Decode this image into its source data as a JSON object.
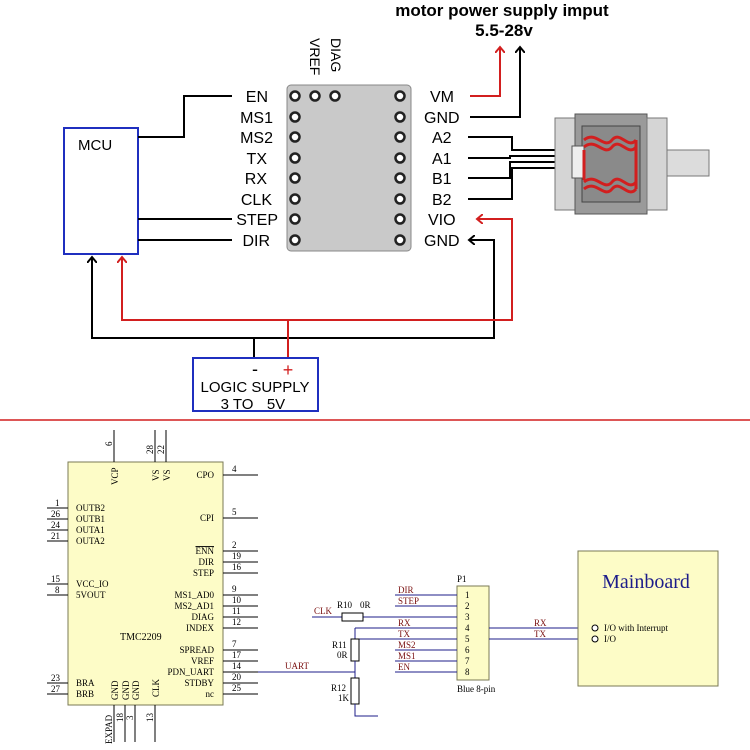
{
  "colors": {
    "red": "#d21f1f",
    "blue": "#1f2fbf",
    "chip": "#c9c9c9",
    "pale_yellow": "#fdfcc7",
    "dark_red_wire": "#7a1010",
    "wire_blue": "#1c1c8a"
  },
  "top": {
    "supply_title": "motor power supply imput",
    "supply_voltage": "5.5-28v",
    "top_pins": [
      "DIAG",
      "VREF"
    ],
    "mcu_label": "MCU",
    "left_pins": [
      "EN",
      "MS1",
      "MS2",
      "TX",
      "RX",
      "CLK",
      "STEP",
      "DIR"
    ],
    "right_pins": [
      "VM",
      "GND",
      "A2",
      "A1",
      "B1",
      "B2",
      "VIO",
      "GND"
    ],
    "logic_line1": "LOGIC SUPPLY",
    "logic_line2": "3 TO",
    "logic_line3": "5V",
    "minus": "-",
    "plus": "+"
  },
  "bottom": {
    "chip_name": "TMC2209",
    "left_pins": [
      {
        "num": "1",
        "name": "OUTB2"
      },
      {
        "num": "26",
        "name": "OUTB1"
      },
      {
        "num": "24",
        "name": "OUTA1"
      },
      {
        "num": "21",
        "name": "OUTA2"
      },
      {
        "num": "15",
        "name": "VCC_IO"
      },
      {
        "num": "8",
        "name": "5VOUT"
      },
      {
        "num": "23",
        "name": "BRA"
      },
      {
        "num": "27",
        "name": "BRB"
      }
    ],
    "top_pins": [
      {
        "num": "6",
        "name": "VCP"
      },
      {
        "num": "28",
        "name": "VS"
      },
      {
        "num": "22",
        "name": "VS"
      }
    ],
    "right_pins": [
      {
        "num": "4",
        "name": "CPO"
      },
      {
        "num": "5",
        "name": "CPI"
      },
      {
        "num": "2",
        "name": "ENN"
      },
      {
        "num": "19",
        "name": "DIR"
      },
      {
        "num": "16",
        "name": "STEP"
      },
      {
        "num": "9",
        "name": "MS1_AD0"
      },
      {
        "num": "10",
        "name": "MS2_AD1"
      },
      {
        "num": "11",
        "name": "DIAG"
      },
      {
        "num": "12",
        "name": "INDEX"
      },
      {
        "num": "7",
        "name": "SPREAD"
      },
      {
        "num": "17",
        "name": "VREF"
      },
      {
        "num": "14",
        "name": "PDN_UART"
      },
      {
        "num": "20",
        "name": "STDBY"
      },
      {
        "num": "25",
        "name": "nc"
      }
    ],
    "bottom_pins": [
      {
        "num": "",
        "name": "EXPAD"
      },
      {
        "num": "18",
        "name": "GND"
      },
      {
        "num": "3",
        "name": "GND"
      },
      {
        "num": "",
        "name": "GND"
      },
      {
        "num": "13",
        "name": "CLK"
      }
    ],
    "uart_label": "UART",
    "clk_label": "CLK",
    "r10": "R10",
    "r10_val": "0R",
    "r11": "R11",
    "r11_val": "0R",
    "r12": "R12",
    "r12_val": "1K",
    "p1_label": "P1",
    "p1_caption": "Blue 8-pin",
    "p1_signals": [
      "DIR",
      "STEP",
      "",
      "RX",
      "TX",
      "MS2",
      "MS1",
      "EN"
    ],
    "p1_nums": [
      "1",
      "2",
      "3",
      "4",
      "5",
      "6",
      "7",
      "8"
    ],
    "rx_label": "RX",
    "tx_label": "TX",
    "mainboard_title": "Mainboard",
    "io_interrupt": "I/O with Interrupt",
    "io": "I/O"
  }
}
